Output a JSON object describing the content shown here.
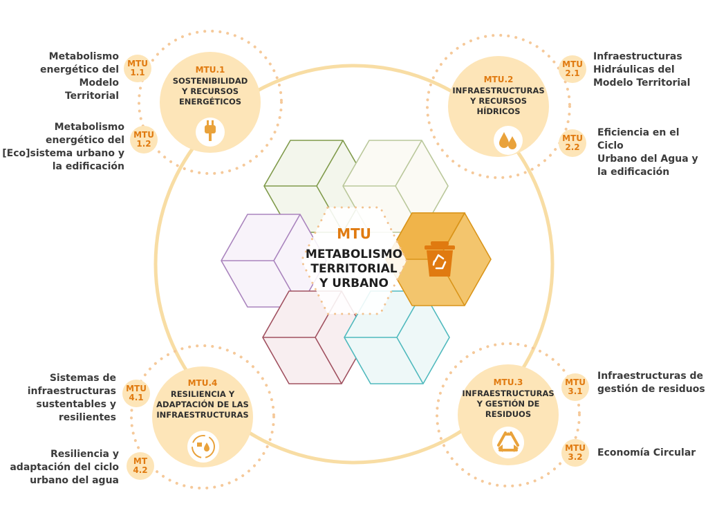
{
  "center": {
    "code": "MTU",
    "title": "METABOLISMO\nTERRITORIAL\nY URBANO"
  },
  "nodes": [
    {
      "code": "MTU.1",
      "title": "SOSTENIBILIDAD\nY RECURSOS\nENERGÉTICOS",
      "icon": "plug-icon",
      "items": [
        {
          "code": "MTU\n1.1",
          "text": "Metabolismo\nenergético del Modelo\nTerritorial"
        },
        {
          "code": "MTU\n1.2",
          "text": "Metabolismo\nenergético del\n[Eco]sistema urbano y\nla edificación"
        }
      ]
    },
    {
      "code": "MTU.2",
      "title": "INFRAESTRUCTURAS\nY RECURSOS\nHÍDRICOS",
      "icon": "water-drops-icon",
      "items": [
        {
          "code": "MTU\n2.1",
          "text": "Infraestructuras\nHidráulicas del\nModelo Territorial"
        },
        {
          "code": "MTU\n2.2",
          "text": "Eficiencia en el Ciclo\nUrbano del Agua y\nla edificación"
        }
      ]
    },
    {
      "code": "MTU.3",
      "title": "INFRAESTRUCTURAS\nY GESTIÓN DE\nRESIDUOS",
      "icon": "recycle-icon",
      "items": [
        {
          "code": "MTU\n3.1",
          "text": "Infraestructuras de\ngestión de residuos"
        },
        {
          "code": "MTU\n3.2",
          "text": "Economía Circular"
        }
      ]
    },
    {
      "code": "MTU.4",
      "title": "RESILIENCIA Y\nADAPTACIÓN DE LAS\nINFRAESTRUCTURAS",
      "icon": "resilience-cycle-icon",
      "items": [
        {
          "code": "MTU\n4.1",
          "text": "Sistemas de\ninfraestructuras\nsustentables y\nresilientes"
        },
        {
          "code": "MT\n4.2",
          "text": "Resiliencia y\nadaptación del ciclo\nurbano del agua"
        }
      ]
    }
  ],
  "center_icon": "recycle-bin-icon",
  "colors": {
    "accent": "#e07a10",
    "node_fill": "#fde5b8",
    "ring": "#f8dda4",
    "dots": "#f5c99a",
    "hex_green": "#7f9a4a",
    "hex_olive": "#b9c79a",
    "hex_purple": "#a983bd",
    "hex_orange": "#e8a21c",
    "hex_red": "#a0505f",
    "hex_teal": "#4fb9bd"
  }
}
